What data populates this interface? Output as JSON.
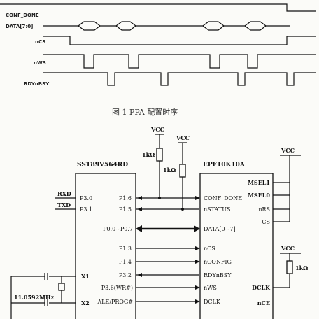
{
  "timing": {
    "signals": [
      "CONF_DONE",
      "DATA[7:0]",
      "nCS",
      "nWS",
      "RDYnBSY"
    ],
    "caption": "图 1 PPA 配置时序"
  },
  "schematic": {
    "mcu": {
      "name": "SST89V564RD",
      "left_pins": [
        "P3.0",
        "P3.1",
        "X1",
        "X2"
      ],
      "right_pins": [
        "P1.6",
        "P1.5",
        "P0.0~P0.7",
        "P1.3",
        "P1.4",
        "P3.2",
        "P3.6(WR#)",
        "ALE/PROG#"
      ]
    },
    "fpga": {
      "name": "EPF10K10A",
      "left_pins": [
        "CONF_DONE",
        "nSTATUS",
        "DATA[0~7]",
        "nCS",
        "nCONFIG",
        "RDYnBSY",
        "nWS",
        "DCLK"
      ],
      "right_pins": [
        "MSEL1",
        "MSEL0",
        "nRS",
        "CS",
        "DCLK",
        "nCE"
      ]
    },
    "net_labels": {
      "rxd": "RXD",
      "txd": "TXD",
      "vcc": "VCC",
      "resistor": "1kΩ",
      "crystal": "11.0592MHz"
    }
  }
}
